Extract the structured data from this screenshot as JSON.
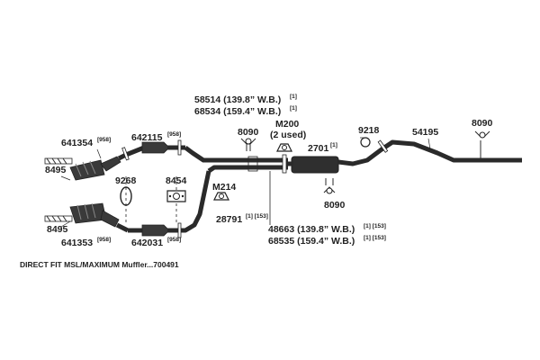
{
  "labels": {
    "p641354": "641354",
    "p641354_sup": "[958]",
    "p642115": "642115",
    "p642115_sup": "[958]",
    "p58514": "58514 (139.8” W.B.)",
    "p58514_sup": "[1]",
    "p68534": "68534 (159.4” W.B.)",
    "p68534_sup": "[1]",
    "p8090_top": "8090",
    "m200": "M200",
    "m200_used": "(2 used)",
    "p2701": "2701",
    "p2701_sup": "[1]",
    "p9218": "9218",
    "p54195": "54195",
    "p8090_right": "8090",
    "p8495_top": "8495",
    "p9268": "9268",
    "p8454": "8454",
    "m214": "M214",
    "p8090_bottom": "8090",
    "p28791": "28791",
    "p28791_sup": "[1] [153]",
    "p48663": "48663 (139.8” W.B.)",
    "p48663_sup": "[1] [153]",
    "p68535": "68535 (159.4” W.B.)",
    "p68535_sup": "[1] [153]",
    "p8495_bottom": "8495",
    "p641353": "641353",
    "p641353_sup": "[958]",
    "p642031": "642031",
    "p642031_sup": "[958]",
    "footer": "DIRECT FIT MSL/MAXIMUM Muffler...700491"
  },
  "colors": {
    "line": "#2a2a2a",
    "part_fill": "#3a3a3a",
    "background": "#ffffff"
  }
}
